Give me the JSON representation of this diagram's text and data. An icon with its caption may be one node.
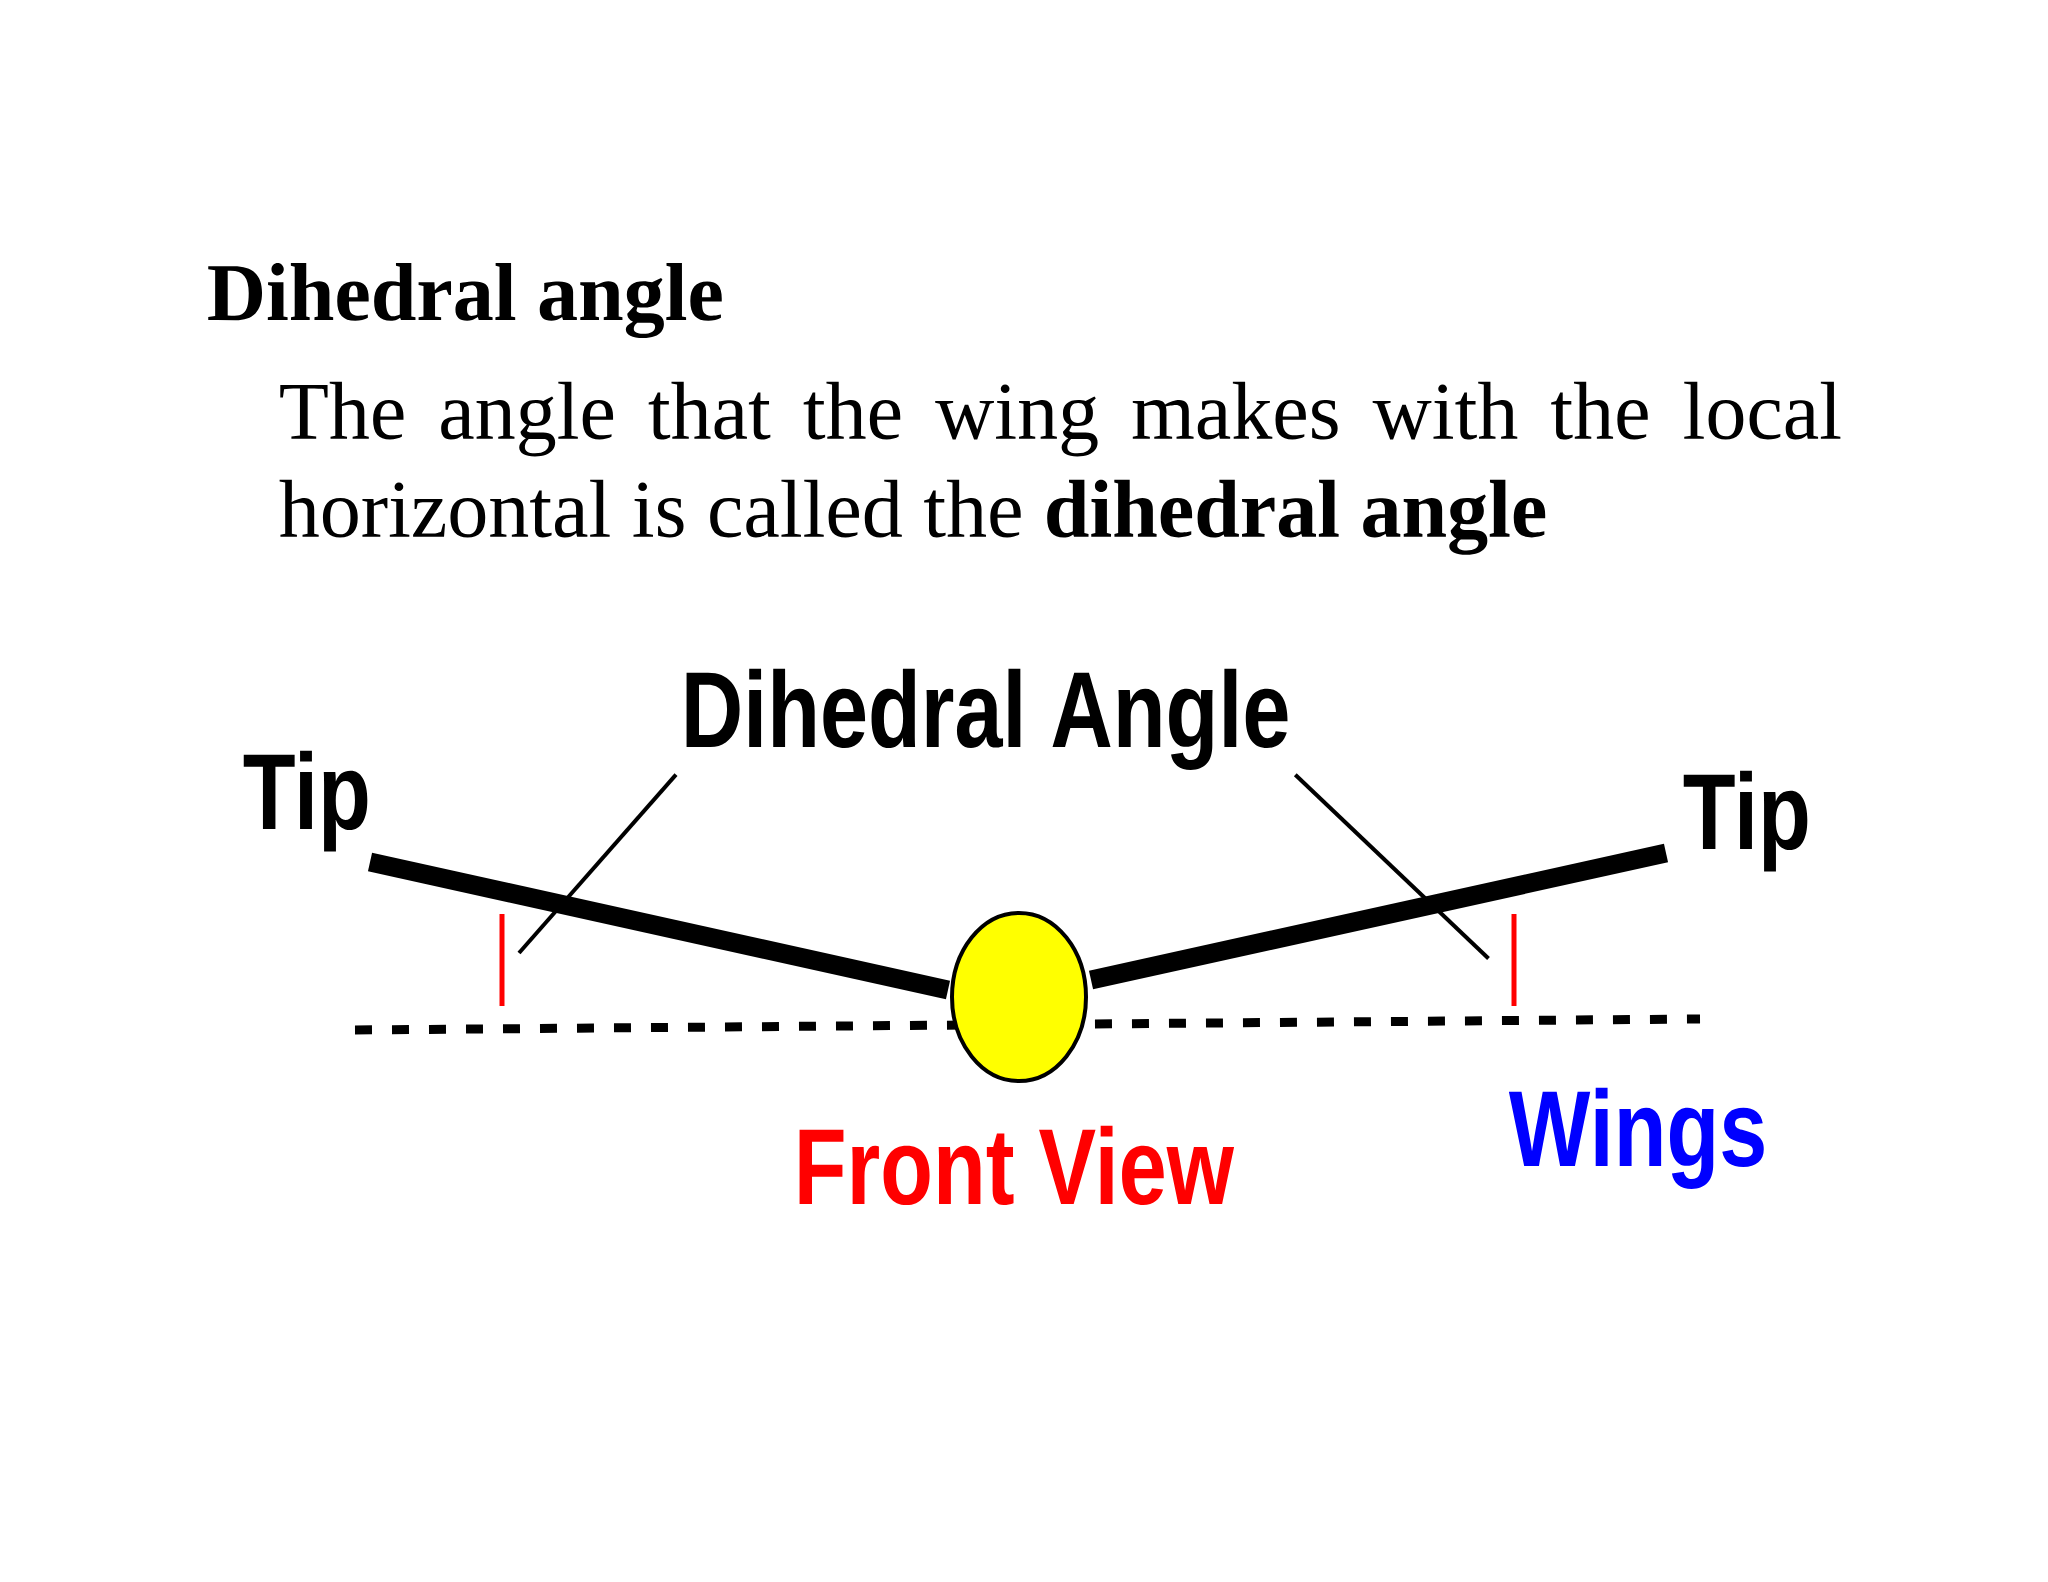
{
  "diagram": {
    "title": "Dihedral angle",
    "nodes": [
      {
        "text": [
          "Dihedral Angle"
        ]
      },
      {
        "text": [],
        "shape": "bar"
      },
      {
        "text": [],
        "shape": "circle"
      },
      {
        "text": [],
        "shape": "bar"
      }
    ],
    "edges": [
      {
        "from": 0,
        "to": 1,
        "arrow": "none"
      },
      {
        "from": 0,
        "to": 3,
        "arrow": "none"
      }
    ],
    "labels": [
      "The angle that the wing makes with the local horizontal is called the **dihedral angle**",
      "Tip",
      "Tip",
      "Front View",
      "Wings"
    ]
  }
}
